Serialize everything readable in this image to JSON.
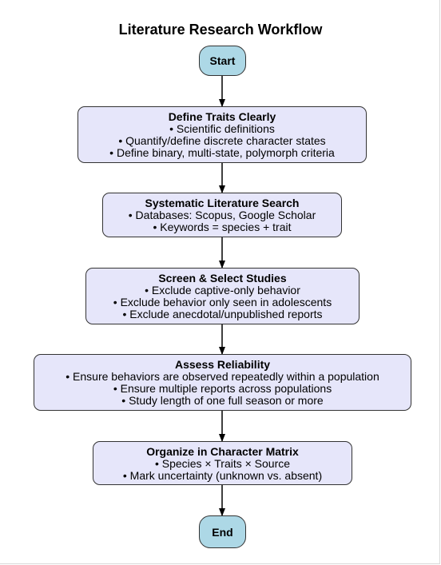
{
  "title": "Literature Research Workflow",
  "start": "Start",
  "end": "End",
  "steps": [
    {
      "title": "Define Traits Clearly",
      "lines": [
        "Scientific definitions",
        "Quantify/define discrete character states",
        "Define binary, multi-state, polymorph criteria"
      ]
    },
    {
      "title": "Systematic Literature Search",
      "lines": [
        "Databases: Scopus, Google Scholar",
        "Keywords = species + trait"
      ]
    },
    {
      "title": "Screen & Select Studies",
      "lines": [
        "Exclude captive-only behavior",
        "Exclude behavior only seen in adolescents",
        "Exclude anecdotal/unpublished reports"
      ]
    },
    {
      "title": "Assess Reliability",
      "lines": [
        "Ensure behaviors are observed repeatedly within a population",
        "Ensure multiple reports across populations",
        "Study length of one full season or more"
      ]
    },
    {
      "title": "Organize in Character Matrix",
      "lines": [
        "Species × Traits × Source",
        "Mark uncertainty (unknown vs. absent)"
      ]
    }
  ],
  "colors": {
    "terminal_fill": "#add8e6",
    "step_fill": "#e6e6fa",
    "stroke": "#333333"
  }
}
